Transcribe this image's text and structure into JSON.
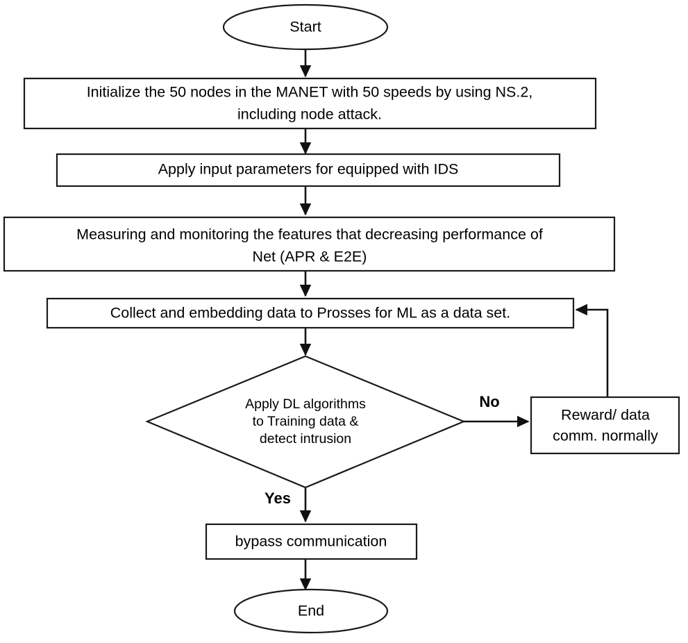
{
  "diagram": {
    "title": "MANET IDS deep-learning flowchart",
    "colors": {
      "stroke": "#1a1a1a",
      "fill": "#ffffff",
      "text": "#000000",
      "connector": "#111111"
    },
    "nodes": {
      "start": {
        "label": "Start",
        "shape": "ellipse"
      },
      "initialize": {
        "line1": "Initialize the 50 nodes in the MANET with 50 speeds by using NS.2,",
        "line2": "including node attack.",
        "shape": "process"
      },
      "apply_params": {
        "line1": "Apply input parameters for equipped with IDS",
        "shape": "process"
      },
      "measuring": {
        "line1": "Measuring and monitoring the features that decreasing performance of",
        "line2": "Net (APR & E2E)",
        "shape": "process"
      },
      "collect": {
        "line1": "Collect and embedding data to Prosses for ML as a data set.",
        "shape": "process"
      },
      "decision": {
        "line1": "Apply DL algorithms",
        "line2": "to Training data &",
        "line3": "detect intrusion",
        "shape": "decision"
      },
      "reward": {
        "line1": "Reward/ data",
        "line2": "comm. normally",
        "shape": "process"
      },
      "bypass": {
        "line1": "bypass communication",
        "shape": "process"
      },
      "end": {
        "label": "End",
        "shape": "ellipse"
      }
    },
    "edge_labels": {
      "no": "No",
      "yes": "Yes"
    }
  }
}
